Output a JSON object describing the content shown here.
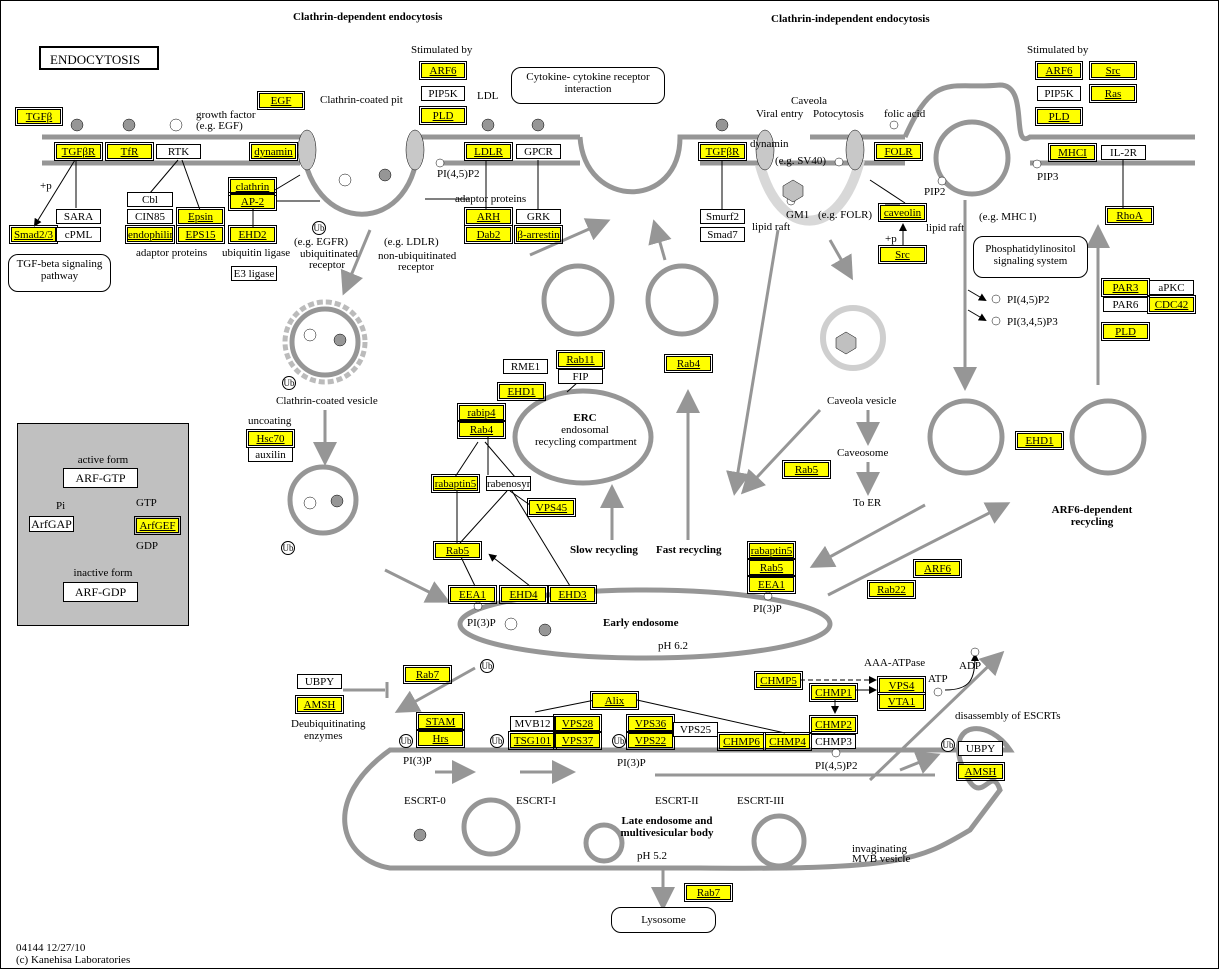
{
  "title": "ENDOCYTOSIS",
  "footer": {
    "id_date": "04144 12/27/10",
    "copyright": "(c) Kanehisa Laboratories"
  },
  "colors": {
    "gene_highlight": "#ffff00",
    "membrane": "#969696",
    "panel": "#c0c0c0"
  },
  "sections": {
    "clathrin_dependent": "Clathrin-dependent endocytosis",
    "clathrin_independent": "Clathrin-independent endocytosis",
    "arf6_recycling_1": "ARF6-dependent",
    "arf6_recycling_2": "recycling",
    "slow_recycling": "Slow recycling",
    "fast_recycling": "Fast recycling",
    "early_endosome": "Early endosome",
    "late_endosome_1": "Late endosome and",
    "late_endosome_2": "multivesicular body",
    "erc_title": "ERC",
    "erc_sub1": "endosomal",
    "erc_sub2": "recycling compartment"
  },
  "pathway_links": {
    "tgf_beta": "TGF-beta signaling pathway",
    "cytokine": "Cytokine- cytokine receptor interaction",
    "phosphatidylinositol": "Phosphatidylinositol signaling system",
    "lysosome": "Lysosome"
  },
  "labels": {
    "stimulated_by_1": "Stimulated by",
    "stimulated_by_2": "Stimulated by",
    "clathrin_coated_pit": "Clathrin-coated pit",
    "ldl": "LDL",
    "growth_factor_1": "growth factor",
    "growth_factor_2": "(e.g. EGF)",
    "plus_p_1": "+p",
    "plus_p_2": "+p",
    "adaptor_proteins_1": "adaptor proteins",
    "adaptor_proteins_2": "adaptor proteins",
    "ubiquitin_ligase": "ubiquitin ligase",
    "pi45p2_1": "PI(4,5)P2",
    "eg_egfr": "(e.g. EGFR)",
    "ubiquitinated_receptor_1": "ubiquitinated",
    "ubiquitinated_receptor_2": "receptor",
    "eg_ldlr": "(e.g. LDLR)",
    "non_ubiquitinated_1": "non-ubiquitinated",
    "non_ubiquitinated_2": "receptor",
    "caveola": "Caveola",
    "viral_entry": "Viral entry",
    "potocytosis": "Potocytosis",
    "folic_acid": "folic acid",
    "dynamin": "dynamin",
    "eg_sv40": "(e.g. SV40)",
    "gm1": "GM1",
    "lipid_raft_1": "lipid raft",
    "eg_folr": "(e.g. FOLR)",
    "pip2": "PIP2",
    "pip3": "PIP3",
    "lipid_raft_2": "lipid raft",
    "eg_mhc1": "(e.g. MHC I)",
    "pi45p2_2": "PI(4,5)P2",
    "pi345p3": "PI(3,4,5)P3",
    "clathrin_coated_vesicle": "Clathrin-coated vesicle",
    "uncoating": "uncoating",
    "caveola_vesicle": "Caveola vesicle",
    "caveosome": "Caveosome",
    "to_er": "To ER",
    "pi3p_1": "PI(3)P",
    "pi3p_2": "PI(3)P",
    "ph62": "pH 6.2",
    "deubiquitinating_1": "Deubiquitinating",
    "deubiquitinating_2": "enzymes",
    "aaa_atpase": "AAA-ATPase",
    "atp": "ATP",
    "adp": "ADP",
    "disassembly": "disassembly of ESCRTs",
    "pi3p_3": "PI(3)P",
    "pi3p_4": "PI(3)P",
    "pi45p2_3": "PI(4,5)P2",
    "escrt0": "ESCRT-0",
    "escrt1": "ESCRT-I",
    "escrt2": "ESCRT-II",
    "escrt3": "ESCRT-III",
    "ph52": "pH 5.2",
    "invaginating_1": "invaginating",
    "invaginating_2": "MVB vesicle",
    "ub": "Ub"
  },
  "arf_panel": {
    "active_form": "active form",
    "arf_gtp": "ARF-GTP",
    "pi": "Pi",
    "gtp": "GTP",
    "gdp": "GDP",
    "arfgap": "ArfGAP",
    "arfgef": "ArfGEF",
    "inactive_form": "inactive form",
    "arf_gdp": "ARF-GDP"
  },
  "genes": [
    {
      "id": "tgfb",
      "label": "TGFβ",
      "hl": true
    },
    {
      "id": "egf",
      "label": "EGF",
      "hl": true
    },
    {
      "id": "tgfbr-1",
      "label": "TGFβR",
      "hl": true
    },
    {
      "id": "tfr",
      "label": "TfR",
      "hl": true
    },
    {
      "id": "rtk",
      "label": "RTK",
      "hl": false
    },
    {
      "id": "dynamin",
      "label": "dynamin",
      "hl": true
    },
    {
      "id": "arf6-1",
      "label": "ARF6",
      "hl": true
    },
    {
      "id": "pip5k-1",
      "label": "PIP5K",
      "hl": false
    },
    {
      "id": "pld-1",
      "label": "PLD",
      "hl": true
    },
    {
      "id": "ldlr",
      "label": "LDLR",
      "hl": true
    },
    {
      "id": "gpcr",
      "label": "GPCR",
      "hl": false
    },
    {
      "id": "sara",
      "label": "SARA",
      "hl": false
    },
    {
      "id": "smad23",
      "label": "Smad2/3",
      "hl": true
    },
    {
      "id": "cpml",
      "label": "cPML",
      "hl": false
    },
    {
      "id": "cbl",
      "label": "Cbl",
      "hl": false
    },
    {
      "id": "cin85",
      "label": "CIN85",
      "hl": false
    },
    {
      "id": "endophilin",
      "label": "endophilin",
      "hl": true
    },
    {
      "id": "epsin",
      "label": "Epsin",
      "hl": true
    },
    {
      "id": "eps15",
      "label": "EPS15",
      "hl": true
    },
    {
      "id": "clathrin",
      "label": "clathrin",
      "hl": true
    },
    {
      "id": "ap2",
      "label": "AP-2",
      "hl": true
    },
    {
      "id": "ehd2",
      "label": "EHD2",
      "hl": true
    },
    {
      "id": "e3ligase",
      "label": "E3 ligase",
      "hl": false
    },
    {
      "id": "arh",
      "label": "ARH",
      "hl": true
    },
    {
      "id": "dab2",
      "label": "Dab2",
      "hl": true
    },
    {
      "id": "grk",
      "label": "GRK",
      "hl": false
    },
    {
      "id": "barrestin",
      "label": "β-arrestin",
      "hl": true
    },
    {
      "id": "tgfbr-2",
      "label": "TGFβR",
      "hl": true
    },
    {
      "id": "smurf2",
      "label": "Smurf2",
      "hl": false
    },
    {
      "id": "smad7",
      "label": "Smad7",
      "hl": false
    },
    {
      "id": "folr",
      "label": "FOLR",
      "hl": true
    },
    {
      "id": "caveolin",
      "label": "caveolin",
      "hl": true
    },
    {
      "id": "src-1",
      "label": "Src",
      "hl": true
    },
    {
      "id": "arf6-2",
      "label": "ARF6",
      "hl": true
    },
    {
      "id": "src-2",
      "label": "Src",
      "hl": true
    },
    {
      "id": "pip5k-2",
      "label": "PIP5K",
      "hl": false
    },
    {
      "id": "ras",
      "label": "Ras",
      "hl": true
    },
    {
      "id": "pld-2",
      "label": "PLD",
      "hl": true
    },
    {
      "id": "mhci",
      "label": "MHCI",
      "hl": true
    },
    {
      "id": "il2r",
      "label": "IL-2R",
      "hl": false
    },
    {
      "id": "rhoa",
      "label": "RhoA",
      "hl": true
    },
    {
      "id": "par3",
      "label": "PAR3",
      "hl": true
    },
    {
      "id": "apkc",
      "label": "aPKC",
      "hl": false
    },
    {
      "id": "par6",
      "label": "PAR6",
      "hl": false
    },
    {
      "id": "cdc42",
      "label": "CDC42",
      "hl": true
    },
    {
      "id": "pld-3",
      "label": "PLD",
      "hl": true
    },
    {
      "id": "hsc70",
      "label": "Hsc70",
      "hl": true
    },
    {
      "id": "auxilin",
      "label": "auxilin",
      "hl": false
    },
    {
      "id": "rme1",
      "label": "RME1",
      "hl": false
    },
    {
      "id": "rab11",
      "label": "Rab11",
      "hl": true
    },
    {
      "id": "fip",
      "label": "FIP",
      "hl": false
    },
    {
      "id": "ehd1-1",
      "label": "EHD1",
      "hl": true
    },
    {
      "id": "rabip4",
      "label": "rabip4",
      "hl": true
    },
    {
      "id": "rab4-1",
      "label": "Rab4",
      "hl": true
    },
    {
      "id": "rab4-2",
      "label": "Rab4",
      "hl": true
    },
    {
      "id": "rabaptin5-1",
      "label": "rabaptin5",
      "hl": true
    },
    {
      "id": "rabenosyn5",
      "label": "rabenosyn5",
      "hl": false
    },
    {
      "id": "vps45",
      "label": "VPS45",
      "hl": true
    },
    {
      "id": "rab5-1",
      "label": "Rab5",
      "hl": true
    },
    {
      "id": "eea1-1",
      "label": "EEA1",
      "hl": true
    },
    {
      "id": "ehd4",
      "label": "EHD4",
      "hl": true
    },
    {
      "id": "ehd3",
      "label": "EHD3",
      "hl": true
    },
    {
      "id": "rab5-2",
      "label": "Rab5",
      "hl": true
    },
    {
      "id": "ehd1-2",
      "label": "EHD1",
      "hl": true
    },
    {
      "id": "rabaptin5-2",
      "label": "rabaptin5",
      "hl": true
    },
    {
      "id": "rab5-3",
      "label": "Rab5",
      "hl": true
    },
    {
      "id": "eea1-2",
      "label": "EEA1",
      "hl": true
    },
    {
      "id": "arf6-3",
      "label": "ARF6",
      "hl": true
    },
    {
      "id": "rab22",
      "label": "Rab22",
      "hl": true
    },
    {
      "id": "rab7-1",
      "label": "Rab7",
      "hl": true
    },
    {
      "id": "ubpy-1",
      "label": "UBPY",
      "hl": false
    },
    {
      "id": "amsh-1",
      "label": "AMSH",
      "hl": true
    },
    {
      "id": "stam",
      "label": "STAM",
      "hl": true
    },
    {
      "id": "hrs",
      "label": "Hrs",
      "hl": true
    },
    {
      "id": "mvb12",
      "label": "MVB12",
      "hl": false
    },
    {
      "id": "vps28",
      "label": "VPS28",
      "hl": true
    },
    {
      "id": "tsg101",
      "label": "TSG101",
      "hl": true
    },
    {
      "id": "vps37",
      "label": "VPS37",
      "hl": true
    },
    {
      "id": "alix",
      "label": "Alix",
      "hl": true
    },
    {
      "id": "vps36",
      "label": "VPS36",
      "hl": true
    },
    {
      "id": "vps22",
      "label": "VPS22",
      "hl": true
    },
    {
      "id": "vps25",
      "label": "VPS25",
      "hl": false
    },
    {
      "id": "chmp6",
      "label": "CHMP6",
      "hl": true
    },
    {
      "id": "chmp4",
      "label": "CHMP4",
      "hl": true
    },
    {
      "id": "chmp2",
      "label": "CHMP2",
      "hl": true
    },
    {
      "id": "chmp3",
      "label": "CHMP3",
      "hl": false
    },
    {
      "id": "chmp5",
      "label": "CHMP5",
      "hl": true
    },
    {
      "id": "chmp1",
      "label": "CHMP1",
      "hl": true
    },
    {
      "id": "vps4",
      "label": "VPS4",
      "hl": true
    },
    {
      "id": "vta1",
      "label": "VTA1",
      "hl": true
    },
    {
      "id": "ubpy-2",
      "label": "UBPY",
      "hl": false
    },
    {
      "id": "amsh-2",
      "label": "AMSH",
      "hl": true
    },
    {
      "id": "rab7-2",
      "label": "Rab7",
      "hl": true
    }
  ]
}
